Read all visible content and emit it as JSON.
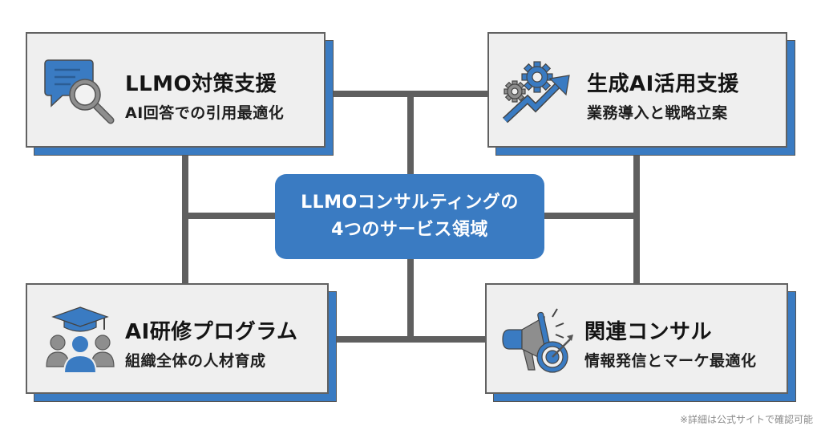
{
  "center": {
    "line1": "LLMOコンサルティングの",
    "line2": "4つのサービス領域"
  },
  "cards": [
    {
      "title": "LLMO対策支援",
      "subtitle": "AI回答での引用最適化",
      "icon": "chat-search-icon"
    },
    {
      "title": "生成AI活用支援",
      "subtitle": "業務導入と戦略立案",
      "icon": "gears-growth-icon"
    },
    {
      "title": "AI研修プログラム",
      "subtitle": "組織全体の人材育成",
      "icon": "graduation-team-icon"
    },
    {
      "title": "関連コンサル",
      "subtitle": "情報発信とマーケ最適化",
      "icon": "megaphone-target-icon"
    }
  ],
  "footnote": "※詳細は公式サイトで確認可能",
  "colors": {
    "accent": "#3a7bc2",
    "connector": "#5f5f5f",
    "card_bg": "#efefef",
    "icon_gray": "#8e8e8e"
  }
}
